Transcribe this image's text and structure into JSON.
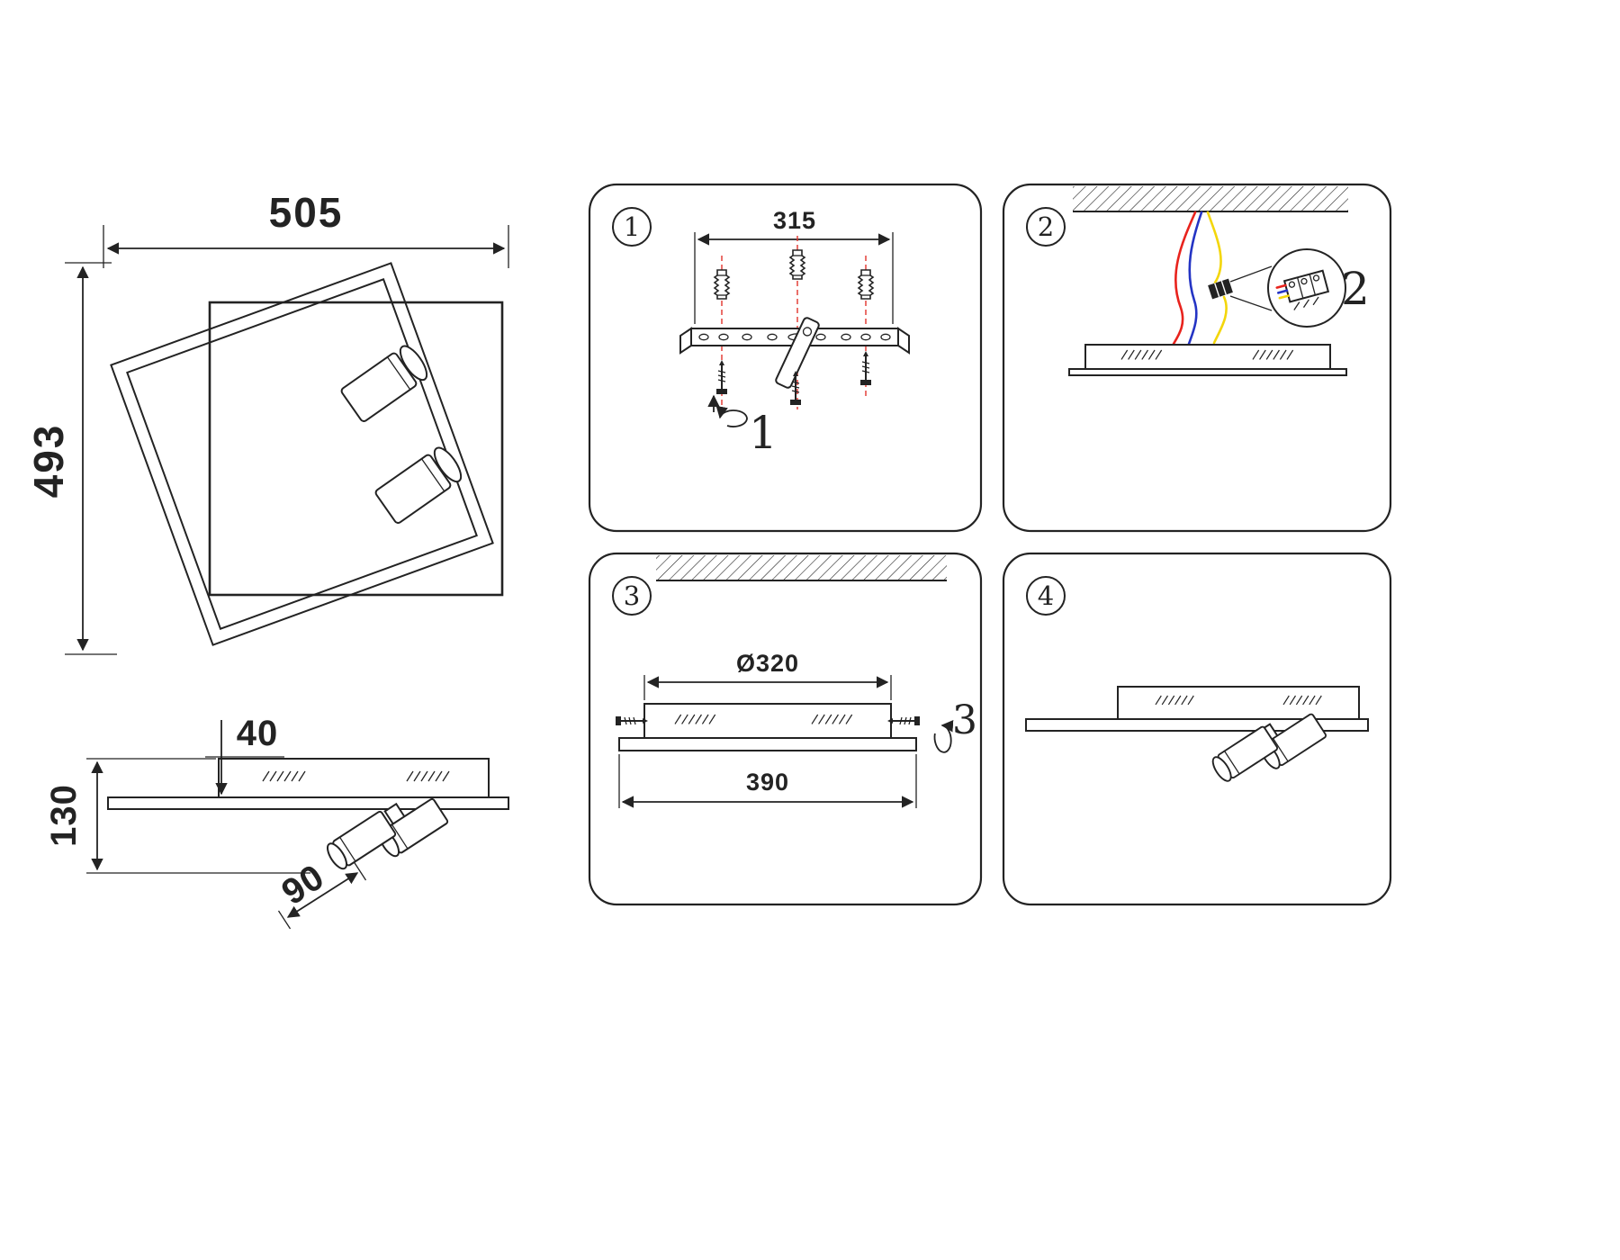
{
  "colors": {
    "line": "#232323",
    "accent_red": "#e0322c",
    "wire_red": "#e8231d",
    "wire_blue": "#2434c4",
    "wire_yellow": "#f3d60b"
  },
  "plan_view": {
    "width_mm": "505",
    "height_mm": "493"
  },
  "side_view": {
    "canopy_height_mm": "40",
    "total_height_mm": "130",
    "spot_length_mm": "90"
  },
  "steps": [
    {
      "badge": "1",
      "label": "1",
      "bracket_width_mm": "315"
    },
    {
      "badge": "2",
      "label": "2"
    },
    {
      "badge": "3",
      "label": "3",
      "base_diameter_mm": "Ø320",
      "plate_width_mm": "390"
    },
    {
      "badge": "4"
    }
  ]
}
